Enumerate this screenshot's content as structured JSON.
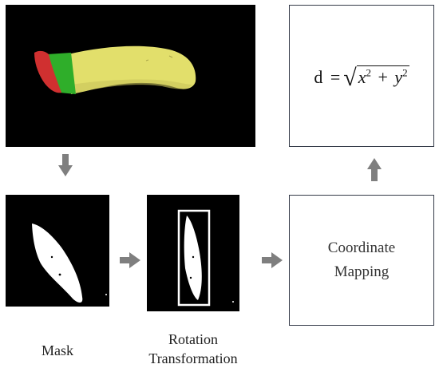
{
  "steps": [
    {
      "id": "mask",
      "label": "Mask"
    },
    {
      "id": "rotation",
      "label_line1": "Rotation",
      "label_line2": "Transformation"
    }
  ],
  "coordinate_box": {
    "line1": "Coordinate",
    "line2": "Mapping"
  },
  "formula": {
    "lhs": "d",
    "equals": "=",
    "x": "x",
    "y": "y",
    "exponent": "2",
    "plus": "+"
  },
  "colors": {
    "panel_bg": "#000000",
    "arrow": "#7f7f7f",
    "box_border": "#333a48",
    "banana": "#e3e06a",
    "stem_green": "#2fae2a",
    "tip_red": "#d03030"
  },
  "icons": [
    "arrow-down-icon",
    "arrow-right-icon",
    "arrow-up-icon"
  ]
}
